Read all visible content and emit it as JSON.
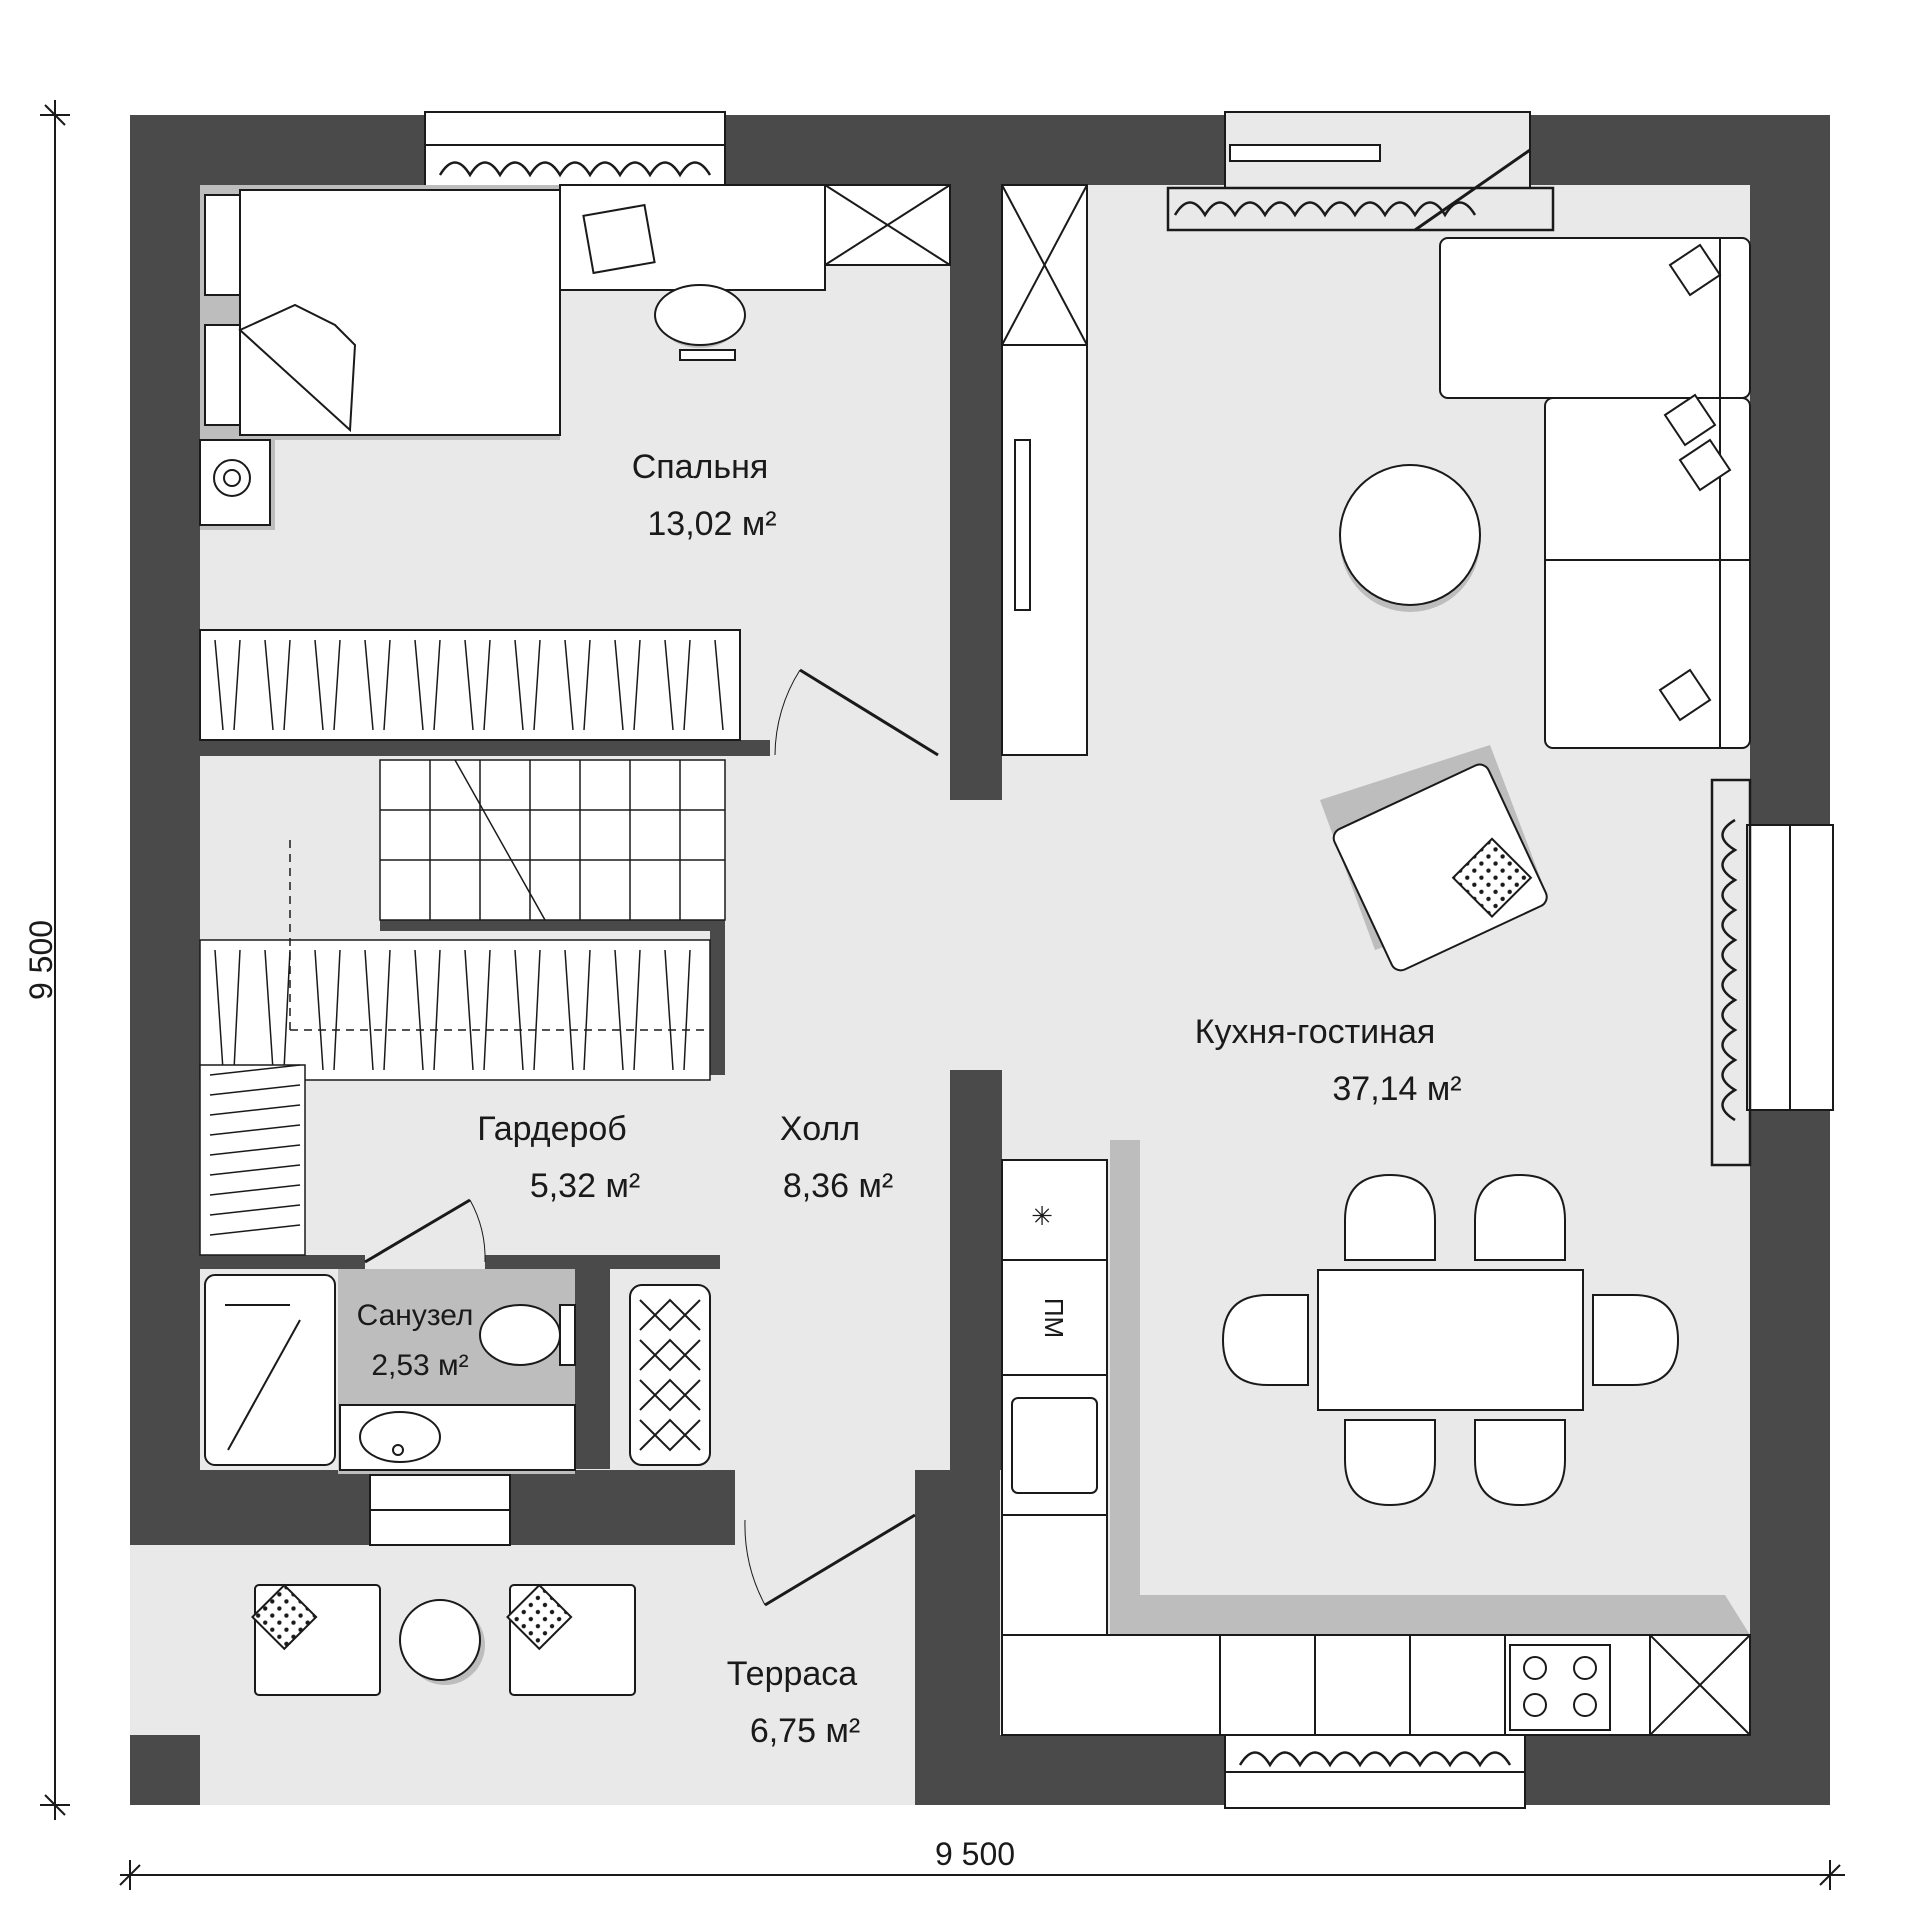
{
  "plan": {
    "dimensions": {
      "width_label": "9 500",
      "height_label": "9 500"
    },
    "rooms": [
      {
        "id": "bedroom",
        "name": "Спальня",
        "area": "13,02 м²"
      },
      {
        "id": "living",
        "name": "Кухня-гостиная",
        "area": "37,14 м²"
      },
      {
        "id": "wardrobe",
        "name": "Гардероб",
        "area": "5,32 м²"
      },
      {
        "id": "hall",
        "name": "Холл",
        "area": "8,36 м²"
      },
      {
        "id": "bathroom",
        "name": "Санузел",
        "area": "2,53 м²"
      },
      {
        "id": "terrace",
        "name": "Терраса",
        "area": "6,75 м²"
      }
    ],
    "appliances": {
      "dishwasher": "ПМ"
    },
    "colors": {
      "wall": "#4a4a4a",
      "floor": "#e9e9e9",
      "shadow": "#bdbdbd",
      "furniture": "#ffffff",
      "line": "#1a1a1a"
    }
  }
}
